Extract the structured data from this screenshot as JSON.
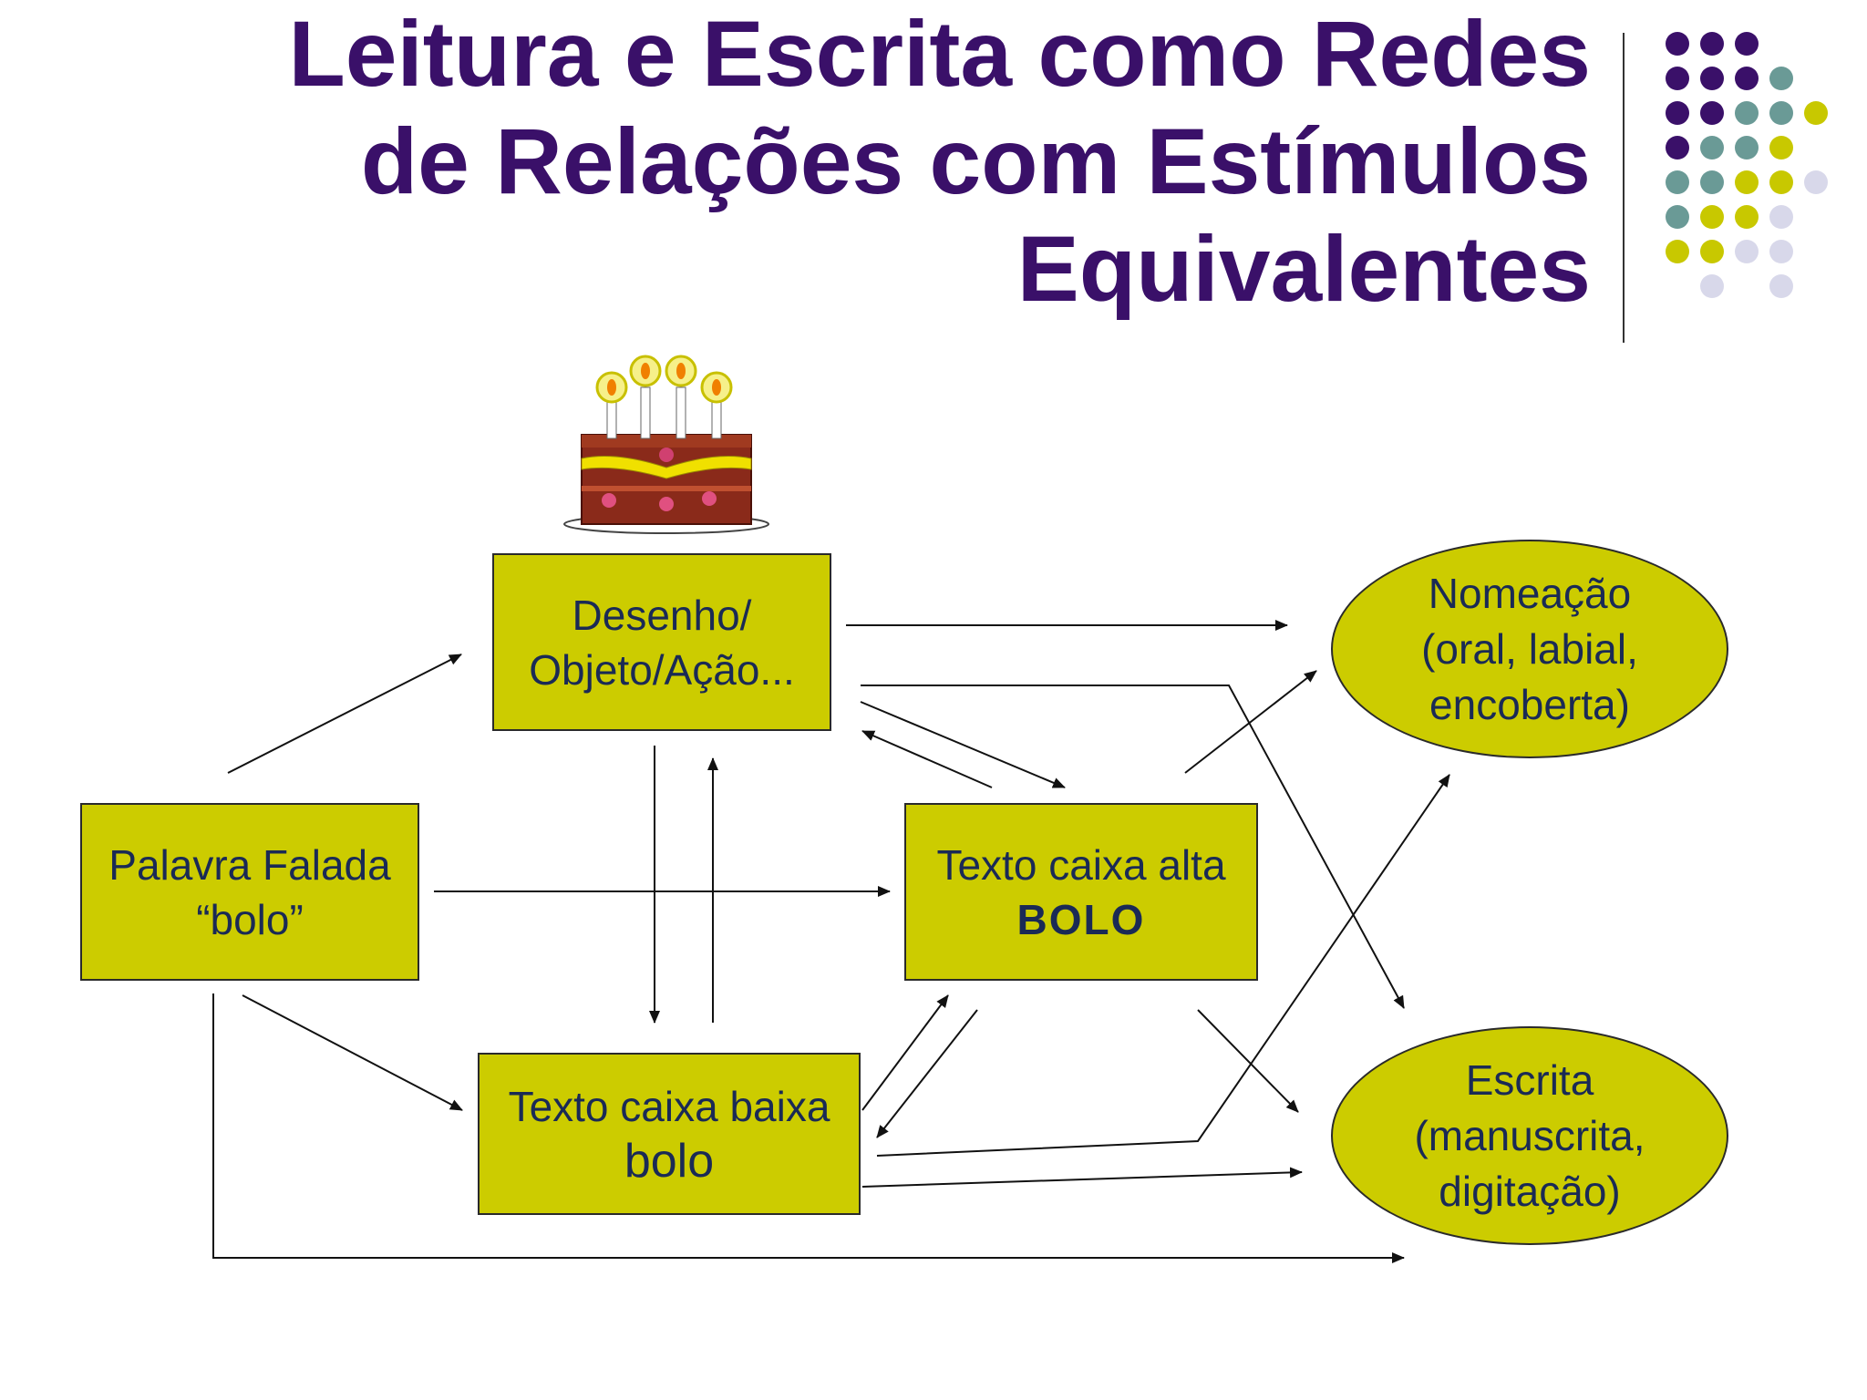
{
  "title": {
    "line1": "Leitura e Escrita como Redes",
    "line2": "de Relações com Estímulos",
    "line3": "Equivalentes"
  },
  "nodes": {
    "desenho": {
      "line1": "Desenho/",
      "line2": "Objeto/Ação..."
    },
    "palavra": {
      "line1": "Palavra Falada",
      "line2": "“bolo”"
    },
    "alta": {
      "line1": "Texto caixa alta",
      "line2": "BOLO"
    },
    "baixa": {
      "line1": "Texto caixa baixa",
      "line2": "bolo"
    },
    "nomeacao": {
      "line1": "Nomeação",
      "line2": "(oral, labial,",
      "line3": "encoberta)"
    },
    "escrita": {
      "line1": "Escrita",
      "line2": "(manuscrita,",
      "line3": "digitação)"
    }
  },
  "colors": {
    "title": "#3a1069",
    "node_fill": "#cccc00",
    "node_text": "#1a2a55",
    "dot_purple": "#3a1069",
    "dot_teal": "#6a9a96",
    "dot_yellow": "#c8c800",
    "dot_lavender": "#d8d8ea"
  },
  "icons": [
    "birthday-cake-icon"
  ]
}
